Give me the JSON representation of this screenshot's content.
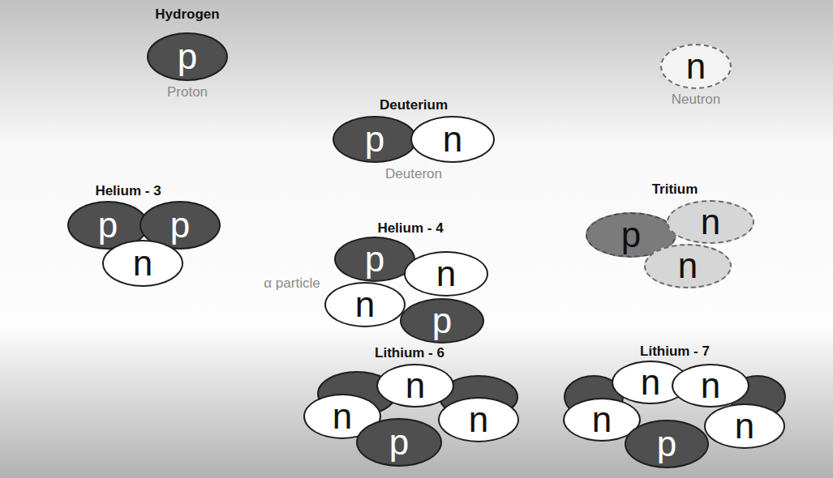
{
  "diagram": {
    "nodes": [
      {
        "text": [
          "p"
        ]
      },
      {
        "text": [
          "n"
        ]
      },
      {
        "text": [
          "p"
        ]
      },
      {
        "text": [
          "n"
        ]
      },
      {
        "text": [
          "p"
        ]
      },
      {
        "text": [
          "p"
        ]
      },
      {
        "text": [
          "n"
        ]
      },
      {
        "text": [
          "p"
        ]
      },
      {
        "text": [
          "n"
        ]
      },
      {
        "text": [
          "n"
        ]
      },
      {
        "text": [
          "p"
        ]
      },
      {
        "text": [
          "n"
        ]
      },
      {
        "text": [
          "n"
        ]
      },
      {
        "text": [
          "p"
        ]
      },
      {
        "text": [
          "n"
        ]
      },
      {
        "text": [
          "n"
        ]
      },
      {
        "text": [
          "p"
        ]
      },
      {
        "text": [
          "n"
        ]
      },
      {
        "text": [
          "n"
        ]
      },
      {
        "text": [
          "n"
        ]
      },
      {
        "text": [
          "n"
        ]
      },
      {
        "text": [
          "p"
        ]
      },
      {
        "text": [
          "n"
        ]
      }
    ],
    "labels": [
      "Hydrogen",
      "Proton",
      "Neutron",
      "Deuterium",
      "Deuteron",
      "Helium - 3",
      "Tritium",
      "Helium - 4",
      "α particle",
      "Lithium - 6",
      "Lithium - 7"
    ]
  }
}
